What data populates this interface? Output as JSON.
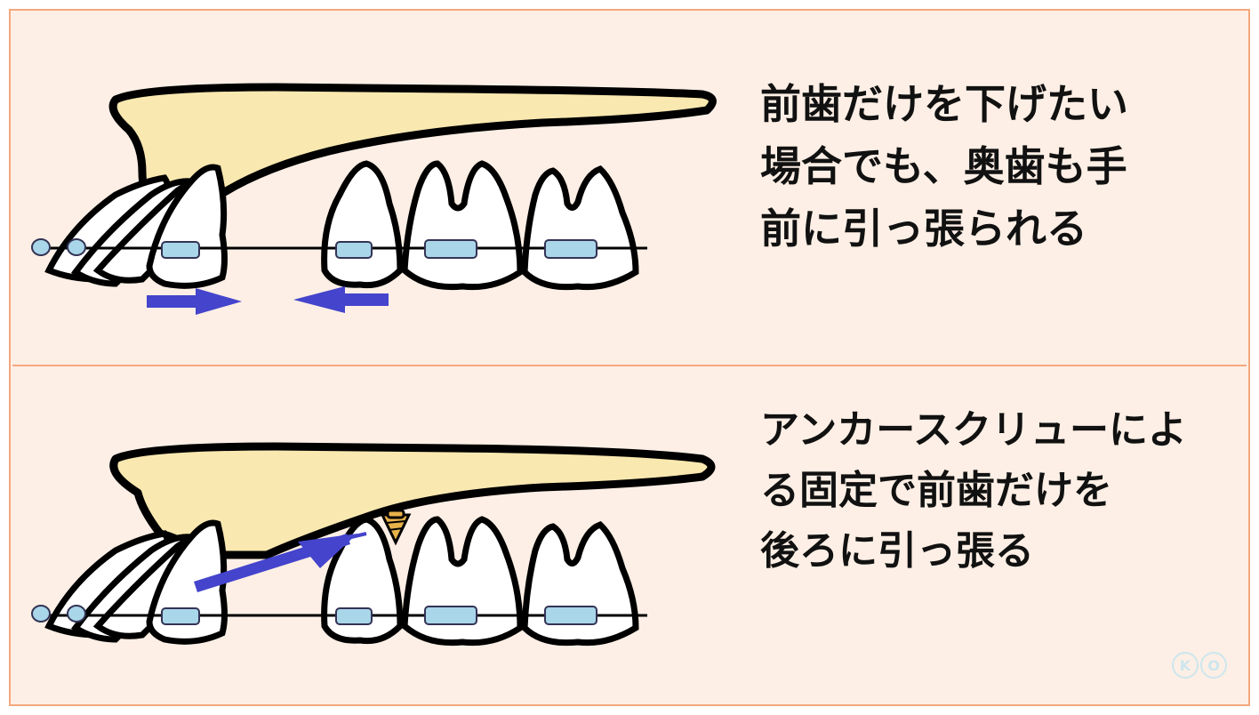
{
  "panels": {
    "top": {
      "caption": "前歯だけを下げたい\n場合でも、奥歯も手\n前に引っ張られる"
    },
    "bottom": {
      "caption": "アンカースクリューによ\nる固定で前歯だけを\n後ろに引っ張る"
    }
  },
  "logo": {
    "letters": [
      "K",
      "O"
    ]
  },
  "colors": {
    "background": "#fdefe5",
    "border": "#f4a77c",
    "bone": "#f9e8b0",
    "bracket": "#a9d6e8",
    "arrow": "#4444cc",
    "screw": "#e8b24a"
  }
}
